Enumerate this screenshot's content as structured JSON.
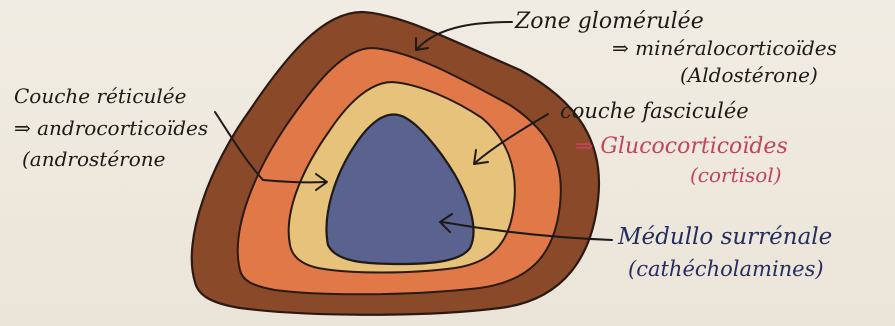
{
  "labels": {
    "glomerulee": {
      "title": "Zone glomérulée",
      "hormone": "⇒ minéralocorticoïdes",
      "example": "(Aldostérone)"
    },
    "reticulee": {
      "title": "Couche réticulée",
      "hormone": "⇒ androcorticoïdes",
      "example": "(androstérone"
    },
    "fasciculee": {
      "title": "couche fasciculée",
      "hormone": "⇒ Glucocorticoïdes",
      "example": "(cortisol)"
    },
    "medullo": {
      "title": "Médullo surrénale",
      "example": "(cathécholamines)"
    }
  },
  "colors": {
    "paper": "#ede7dd",
    "ink": "#1d1a18",
    "outer_zone": "#8a4a2a",
    "orange_zone": "#e07848",
    "yellow_zone": "#e6c27a",
    "medulla": "#5a6390",
    "pink_text": "#c2455a",
    "navy_text": "#252c60"
  }
}
